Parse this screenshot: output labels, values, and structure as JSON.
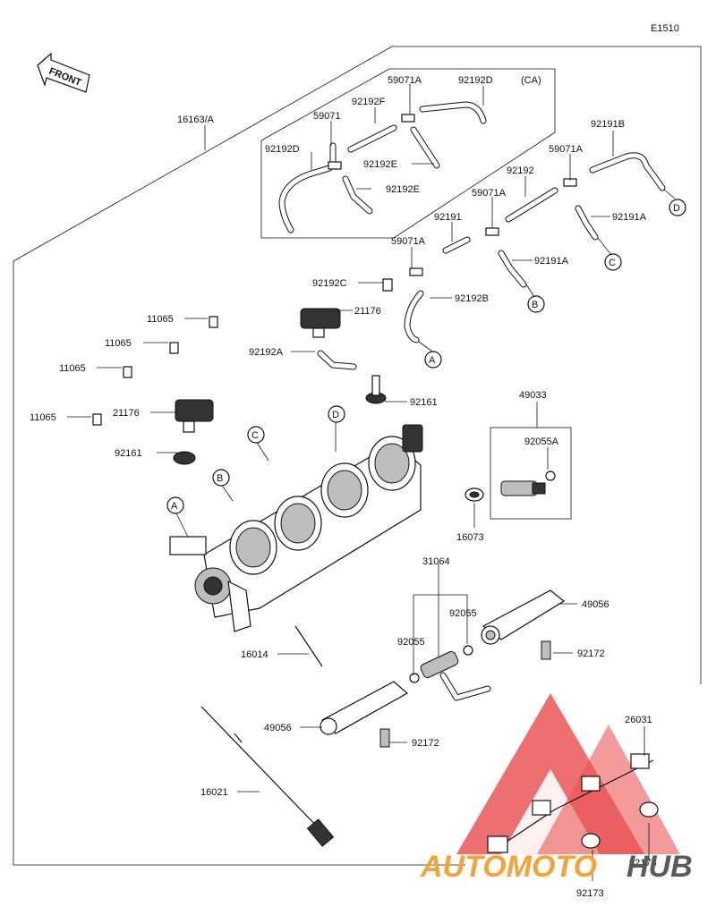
{
  "diagram_code": "E1510",
  "front_label": "FRONT",
  "region_label": "(CA)",
  "callouts": [
    "A",
    "B",
    "C",
    "D"
  ],
  "parts": {
    "p16163A": "16163/A",
    "p59071A_top": "59071A",
    "p92192D_top": "92192D",
    "p92192F": "92192F",
    "p59071": "59071",
    "p92192D_left": "92192D",
    "p92192E_a": "92192E",
    "p92192E_b": "92192E",
    "p92191B": "92191B",
    "p59071A_right": "59071A",
    "p92192": "92192",
    "p59071A_mid": "59071A",
    "p92191": "92191",
    "p92191A_right": "92191A",
    "p59071A_low": "59071A",
    "p92191A_mid": "92191A",
    "p92192C": "92192C",
    "p92192B": "92192B",
    "p11065_a": "11065",
    "p21176_top": "21176",
    "p11065_b": "11065",
    "p92192A": "92192A",
    "p11065_c": "11065",
    "p21176_left": "21176",
    "p92161_top": "92161",
    "p11065_d": "11065",
    "p92161_left": "92161",
    "p49033": "49033",
    "p92055A": "92055A",
    "p16073": "16073",
    "p31064": "31064",
    "p92055_r": "92055",
    "p92055_l": "92055",
    "p49056_r": "49056",
    "p92172_r": "92172",
    "p16014": "16014",
    "p49056_l": "49056",
    "p92172_l": "92172",
    "p26031": "26031",
    "p16021": "16021",
    "p92173_r": "92173",
    "p92173_b": "92173"
  },
  "watermark": {
    "text_a": "AUTOMOTO",
    "text_b": "HUB"
  },
  "colors": {
    "watermark_red": "#e63a3a",
    "watermark_orange": "#f2a43a",
    "watermark_grey": "#5a5a5a"
  }
}
